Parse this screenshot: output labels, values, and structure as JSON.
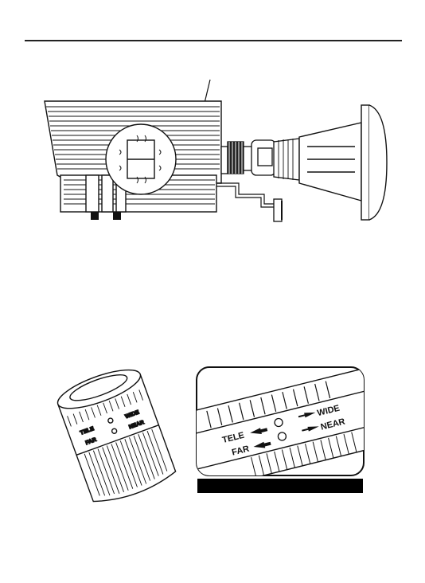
{
  "lens_markings": {
    "zoom": {
      "tele": "TELE",
      "wide": "WIDE"
    },
    "focus": {
      "far": "FAR",
      "near": "NEAR"
    }
  },
  "colors": {
    "ink": "#111111",
    "paper": "#ffffff",
    "caption_bar": "#000000"
  }
}
